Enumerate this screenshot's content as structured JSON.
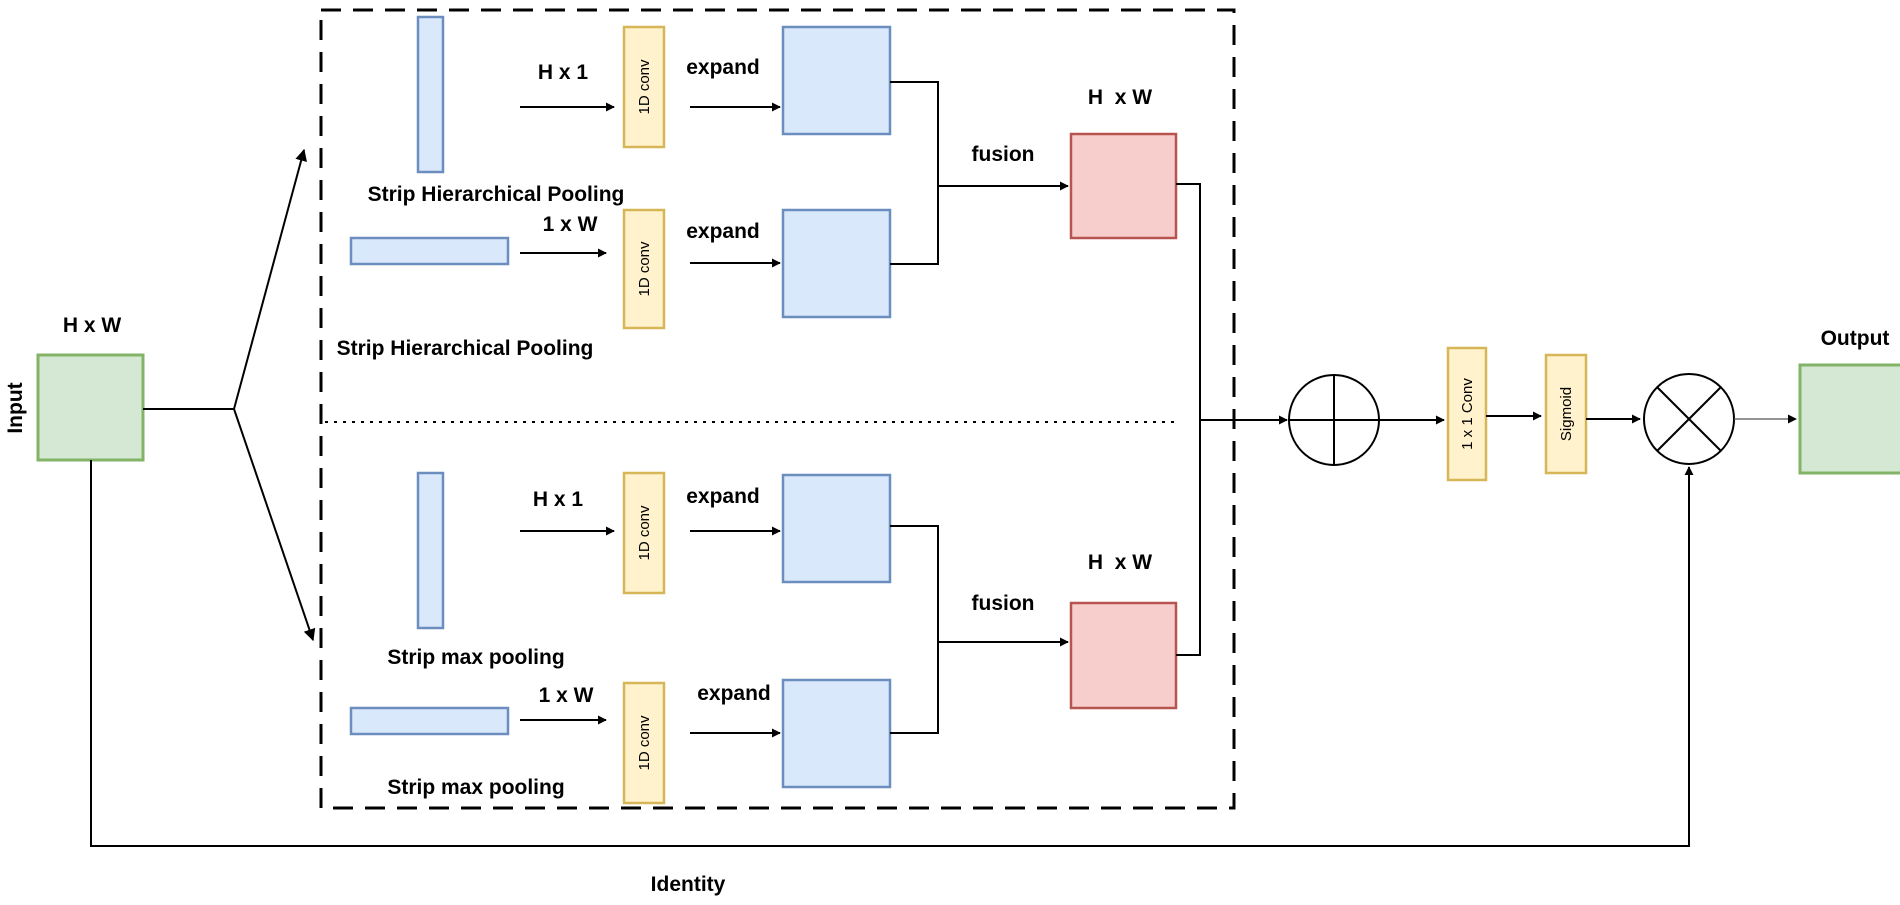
{
  "input": {
    "label": "Input",
    "size": "H x W"
  },
  "branch_top": {
    "strip_h": {
      "size": "H x 1",
      "label": "Strip Hierarchical Pooling"
    },
    "strip_w": {
      "size": "1 x W",
      "label": "Strip Hierarchical Pooling"
    },
    "conv_label": "1D conv",
    "expand_label": "expand",
    "fusion_label": "fusion",
    "fused_size": "H  x W"
  },
  "branch_bottom": {
    "strip_h": {
      "size": "H x 1",
      "label": "Strip max pooling"
    },
    "strip_w": {
      "size": "1 x W",
      "label": "Strip max pooling"
    },
    "conv_label": "1D conv",
    "expand_label": "expand",
    "fusion_label": "fusion",
    "fused_size": "H  x W"
  },
  "post": {
    "conv_label": "1 x 1 Conv",
    "sigmoid_label": "Sigmoid"
  },
  "output": {
    "label": "Output"
  },
  "identity_label": "Identity",
  "colors": {
    "green_fill": "#d5e8d4",
    "green_stroke": "#82b366",
    "blue_fill": "#dae8fc",
    "blue_stroke": "#6c8ebf",
    "red_fill": "#f8cecc",
    "red_stroke": "#b85450",
    "yellow_fill": "#fff2cc",
    "yellow_stroke": "#d6b656"
  }
}
